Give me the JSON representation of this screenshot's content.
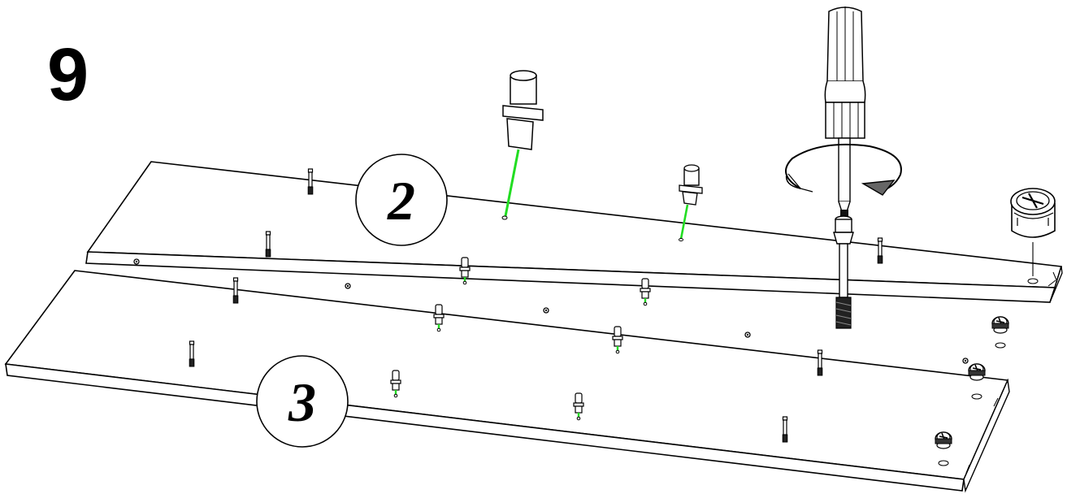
{
  "step": {
    "number": "9"
  },
  "panels": [
    {
      "id": "panel-2",
      "label": "2"
    },
    {
      "id": "panel-3",
      "label": "3"
    }
  ],
  "parts": {
    "dowel": "dowel",
    "cam_bolt": "cam-bolt",
    "cam_lock": "cam-lock",
    "screwdriver": "screwdriver"
  },
  "colors": {
    "guide_line": "#22dd22",
    "outline": "#000000"
  }
}
